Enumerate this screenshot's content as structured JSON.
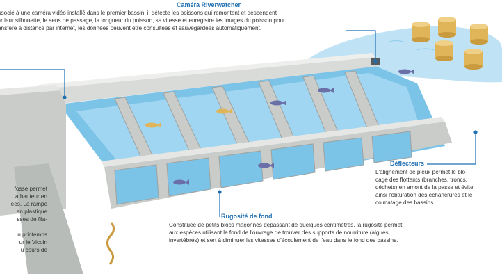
{
  "colors": {
    "title_blue": "#1f6fb2",
    "water": "#bfe3f5",
    "water_deep": "#5fb3e0",
    "concrete": "#c9ccc9",
    "concrete_dark": "#9ea29f",
    "leader_line": "#1f6fb2",
    "pile": "#e0b55a",
    "fish": "#6b6fa8"
  },
  "camera": {
    "title": "Caméra Riverwatcher",
    "line1": "Associé à une caméra vidéo installé dans le premier bassin, il détecte les poissons qui remontent et descendent",
    "line2": "par leur silhouette, le sens de passage, la longueur du poisson, sa vitesse et enregistre les images du poisson pour",
    "line3": "transféré à distance par internet, les données peuvent être consultées et sauvegardées automatiquement."
  },
  "deflecteurs": {
    "title": "Déflecteurs",
    "lines": [
      "L'alignement de pieux permet le blo-",
      "cage des flottants (branches, troncs,",
      "déchets) en amont de la passe et évite",
      "ainsi l'obturation des échancrures et le",
      "colmatage des bassins."
    ]
  },
  "rugosite": {
    "title": "Rugosité de fond",
    "lines": [
      "Constituée de petits blocs maçonnés dépassant de quelques centimètres, la rugosité permet",
      "aux espèces utilisant le fond de l'ouvrage de trouver des supports de nourriture (algues,",
      "invertébrés) et sert à diminuer les vitesses d'écoulement de l'eau dans le fond des bassins."
    ]
  },
  "left_fragment": {
    "lines": [
      "fosse permet",
      "a hauteur en",
      "ées. La rampe",
      "en plastique",
      "sses de fila-",
      "",
      "u printemps",
      "ur le Vicoin",
      "u cours de"
    ]
  }
}
